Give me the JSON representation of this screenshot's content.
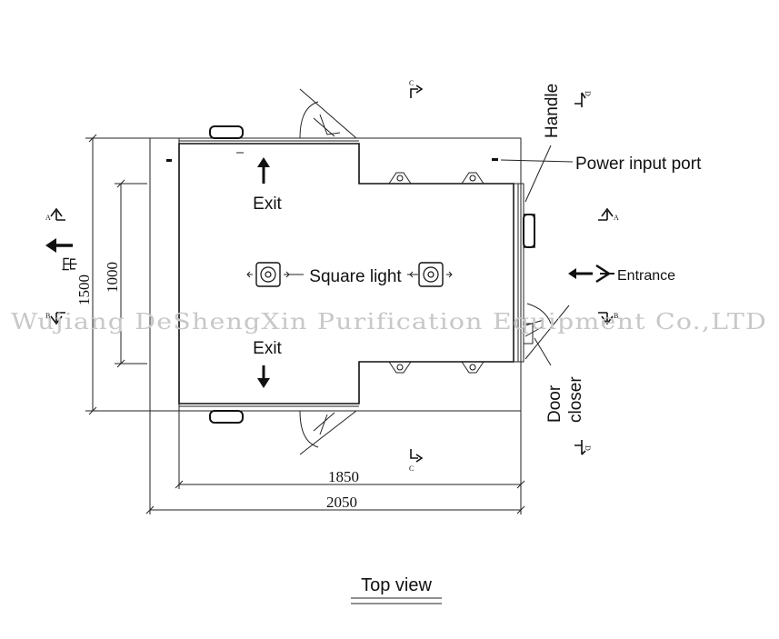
{
  "labels": {
    "handle": "Handle",
    "power_input_port": "Power input port",
    "exit_top": "Exit",
    "exit_bottom": "Exit",
    "square_light": "Square light",
    "entrance": "Entrance",
    "door_closer_line1": "Door",
    "door_closer_line2": "closer",
    "chinese_exit": "出",
    "top_view": "Top view"
  },
  "dimensions": {
    "width_inner": "1850",
    "width_outer": "2050",
    "height_outer": "1500",
    "height_inner": "1000"
  },
  "section_marks": {
    "a_left": "A",
    "a_right": "A",
    "b_left": "B",
    "b_right": "B",
    "c_top": "C",
    "c_bottom": "C",
    "d_top": "D",
    "d_bottom": "D"
  },
  "watermark": "Wujiang DeShengXin  Purification  Equipment  Co.,LTD"
}
